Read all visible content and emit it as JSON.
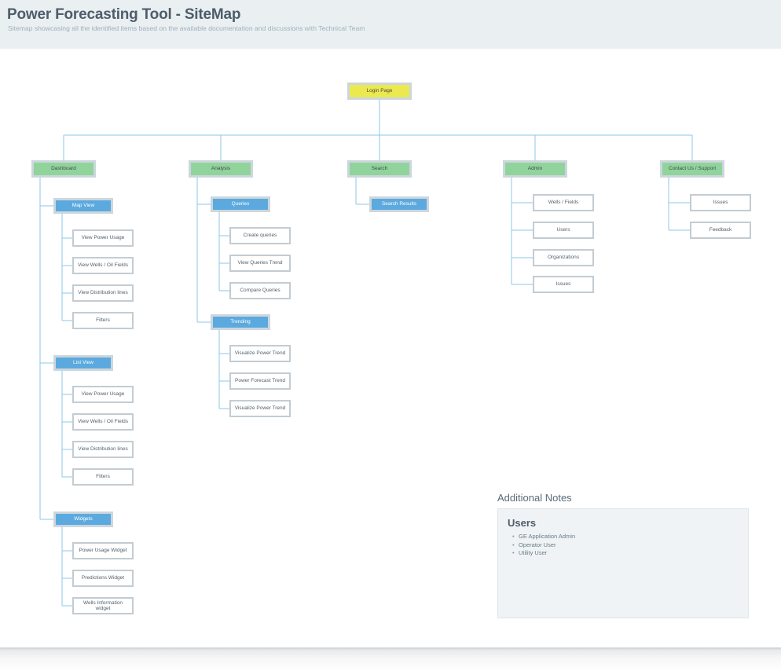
{
  "header": {
    "title": "Power Forecasting Tool - SiteMap",
    "subtitle": "Sitemap showcasing all the identified items based on the available documentation and discussions with Technical Team"
  },
  "colors": {
    "root": "#ece94e",
    "section": "#90d49b",
    "group": "#5ba9de",
    "leaf": "#ffffff",
    "node_border": "#ccd6dd",
    "leaf_border": "#c3ccd2",
    "connector": "#8ec7e8",
    "header_bg": "#eaeff2",
    "notes_bg": "#eff3f5"
  },
  "tree": {
    "root": {
      "label": "Login Page"
    },
    "sections": [
      {
        "label": "Dashboard",
        "groups": [
          {
            "label": "Map View",
            "leaves": [
              {
                "label": "View Power Usage"
              },
              {
                "label": "View Wells / Oil Fields"
              },
              {
                "label": "View Distribution lines"
              },
              {
                "label": "Filters"
              }
            ]
          },
          {
            "label": "List View",
            "leaves": [
              {
                "label": "View Power Usage"
              },
              {
                "label": "View Wells / Oil Fields"
              },
              {
                "label": "View Distribution lines"
              },
              {
                "label": "Filters"
              }
            ]
          },
          {
            "label": "Widgets",
            "leaves": [
              {
                "label": "Power Usage Widget"
              },
              {
                "label": "Predictions Widget"
              },
              {
                "label": "Wells Information widget"
              }
            ]
          }
        ]
      },
      {
        "label": "Analysis",
        "groups": [
          {
            "label": "Queries",
            "leaves": [
              {
                "label": "Create queries"
              },
              {
                "label": "View Queries Trend"
              },
              {
                "label": "Compare Queries"
              }
            ]
          },
          {
            "label": "Trending",
            "leaves": [
              {
                "label": "Visualize Power Trend"
              },
              {
                "label": "Power Forecast Trend"
              },
              {
                "label": "Visualize Power Trend"
              }
            ]
          }
        ]
      },
      {
        "label": "Search",
        "groups": [
          {
            "label": "Search Results",
            "leaves": []
          }
        ]
      },
      {
        "label": "Admin",
        "groups": [],
        "leaves": [
          {
            "label": "Wells / Fields"
          },
          {
            "label": "Users"
          },
          {
            "label": "Organizations"
          },
          {
            "label": "Issues"
          }
        ]
      },
      {
        "label": "Contact Us / Support",
        "groups": [],
        "leaves": [
          {
            "label": "Issues"
          },
          {
            "label": "Feedback"
          }
        ]
      }
    ]
  },
  "notes": {
    "title": "Additional Notes",
    "heading": "Users",
    "items": [
      "GE Application Admin",
      "Operator User",
      "Utility User"
    ]
  }
}
